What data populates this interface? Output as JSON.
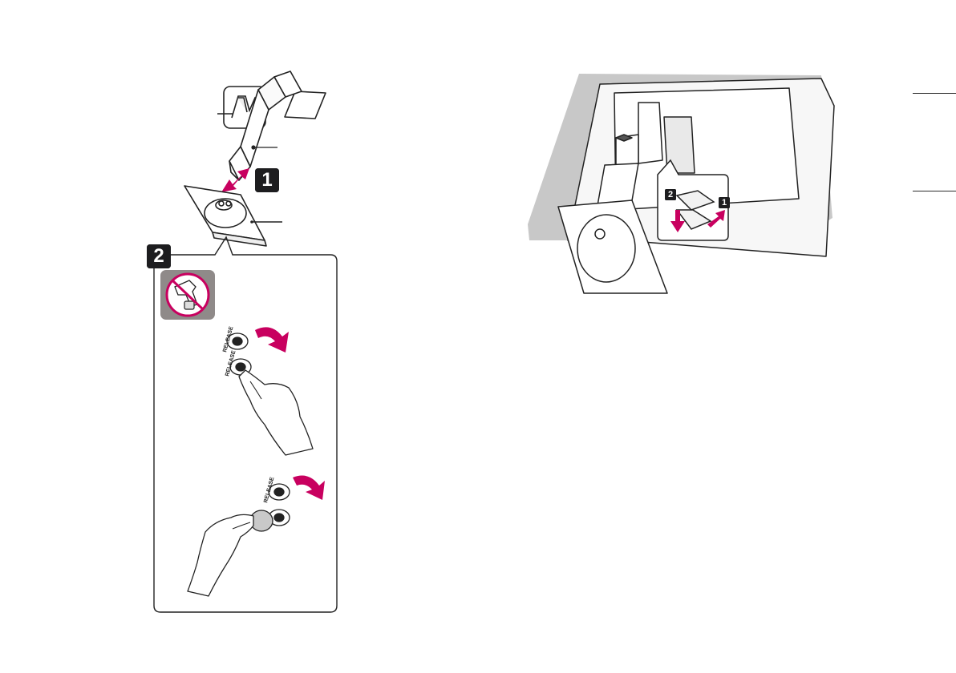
{
  "left_figure": {
    "step1": {
      "number": "1"
    },
    "step2": {
      "number": "2"
    },
    "knob_label": "RELEASE"
  },
  "right_figure": {
    "step1": {
      "number": "1"
    },
    "step2": {
      "number": "2"
    }
  },
  "colors": {
    "accent": "#c8005f",
    "badge": "#1d1d1f",
    "panel_gray": "#c8c8c8",
    "no_tool_bg": "#8f8a89"
  }
}
